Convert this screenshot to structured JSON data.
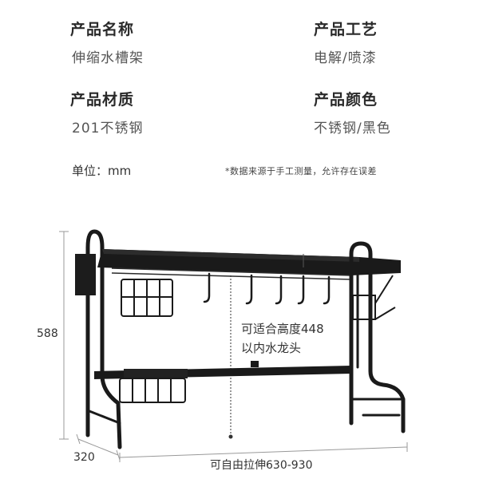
{
  "specs": {
    "name_label": "产品名称",
    "name_value": "伸缩水槽架",
    "process_label": "产品工艺",
    "process_value": "电解/喷漆",
    "material_label": "产品材质",
    "material_value": "201不锈钢",
    "color_label": "产品颜色",
    "color_value": "不锈钢/黑色"
  },
  "unit": "单位：mm",
  "note": "*数据来源于手工测量，允许存在误差",
  "dimensions": {
    "height": "588",
    "depth": "320",
    "width": "可自由拉伸630-930"
  },
  "callout": {
    "line1": "可适合高度448",
    "line2": "以内水龙头"
  }
}
